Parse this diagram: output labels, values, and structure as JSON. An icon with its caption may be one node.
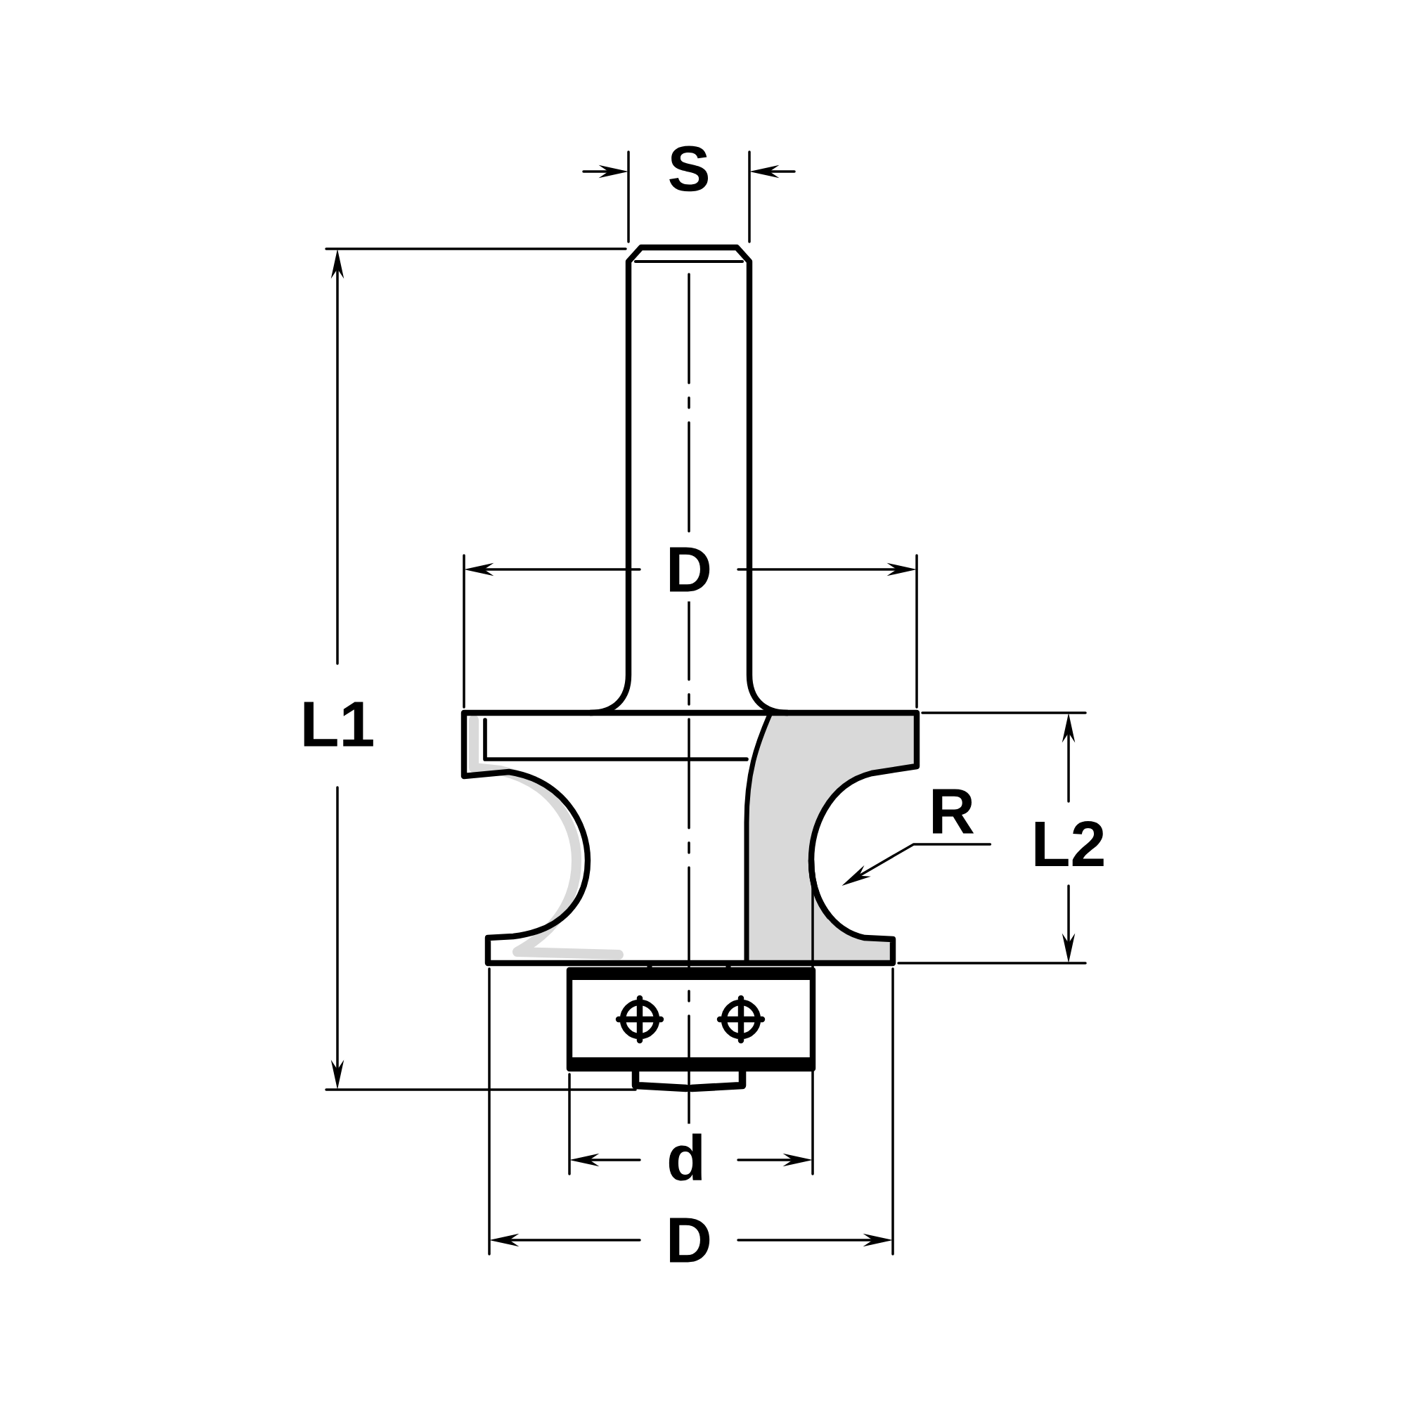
{
  "diagram": {
    "nodes": [
      {
        "text": [
          "R"
        ]
      },
      {
        "text": [],
        "shape": "arc"
      }
    ],
    "edges": [
      {
        "from": 0,
        "to": 1,
        "arrow": "to"
      }
    ],
    "labels": [
      "S",
      "D",
      "L1",
      "L2",
      "d",
      "D"
    ]
  }
}
